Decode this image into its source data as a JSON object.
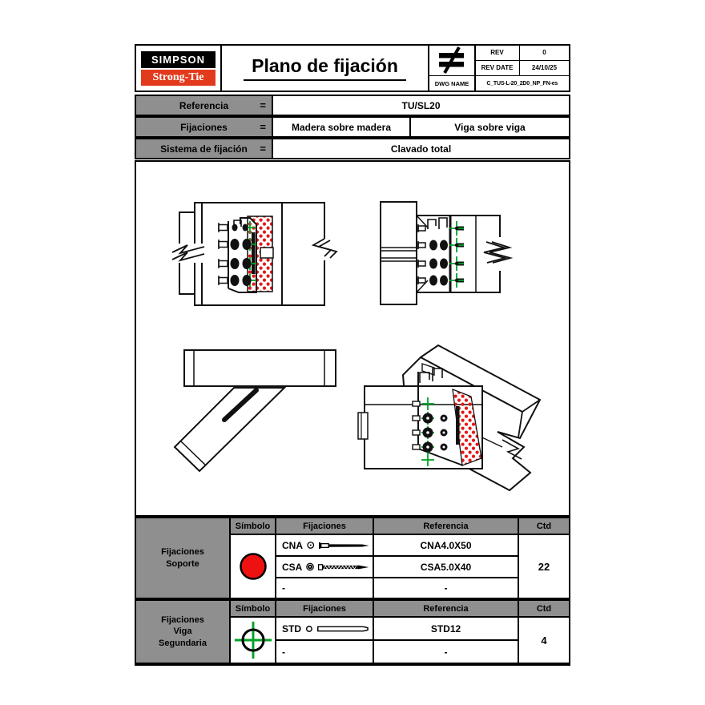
{
  "header": {
    "logo": {
      "line1": "SIMPSON",
      "line2": "Strong-Tie",
      "top_bg": "#000000",
      "bottom_bg": "#e23a1c"
    },
    "title": "Plano de fijación",
    "rev": {
      "symbol_name": "not-equal-icon",
      "rows": [
        {
          "label": "REV",
          "value": "0"
        },
        {
          "label": "REV DATE",
          "value": "24/10/25"
        },
        {
          "label": "DWG NAME",
          "value": "C_TUS-L-20_2D0_NP_FN-es"
        }
      ]
    }
  },
  "reference_table": {
    "rows": [
      {
        "label": "Referencia",
        "eq": "=",
        "values": [
          "TU/SL20"
        ]
      },
      {
        "label": "Fijaciones",
        "eq": "=",
        "values": [
          "Madera sobre madera",
          "Viga sobre viga"
        ]
      },
      {
        "label": "Sistema de fijación",
        "eq": "=",
        "values": [
          "Clavado total"
        ]
      }
    ]
  },
  "drawing_colors": {
    "nail_dot_red": "#e81616",
    "fixing_green": "#00a226",
    "line": "#111111"
  },
  "support_table": {
    "group_lines": [
      "Fijaciones",
      "Soporte"
    ],
    "headers": [
      "Símbolo",
      "Fijaciones",
      "Referencia",
      "Ctd"
    ],
    "symbol_name": "red-circle-symbol",
    "symbol_color": "#ee1111",
    "rows": [
      {
        "code": "CNA",
        "marker": "circle-dot-icon",
        "icon": "nail-icon",
        "reference": "CNA4.0X50"
      },
      {
        "code": "CSA",
        "marker": "circle-ring-icon",
        "icon": "screw-icon",
        "reference": "CSA5.0X40"
      },
      {
        "code": "-",
        "reference": "-"
      }
    ],
    "count": "22"
  },
  "secondary_table": {
    "group_lines": [
      "Fijaciones",
      "Viga",
      "Segundaria"
    ],
    "headers": [
      "Símbolo",
      "Fijaciones",
      "Referencia",
      "Ctd"
    ],
    "symbol_name": "green-crosshair-symbol",
    "symbol_color": "#00a226",
    "rows": [
      {
        "code": "STD",
        "marker": "circle-small-icon",
        "icon": "dowel-icon",
        "reference": "STD12"
      },
      {
        "code": "-",
        "reference": "-"
      }
    ],
    "count": "4"
  }
}
